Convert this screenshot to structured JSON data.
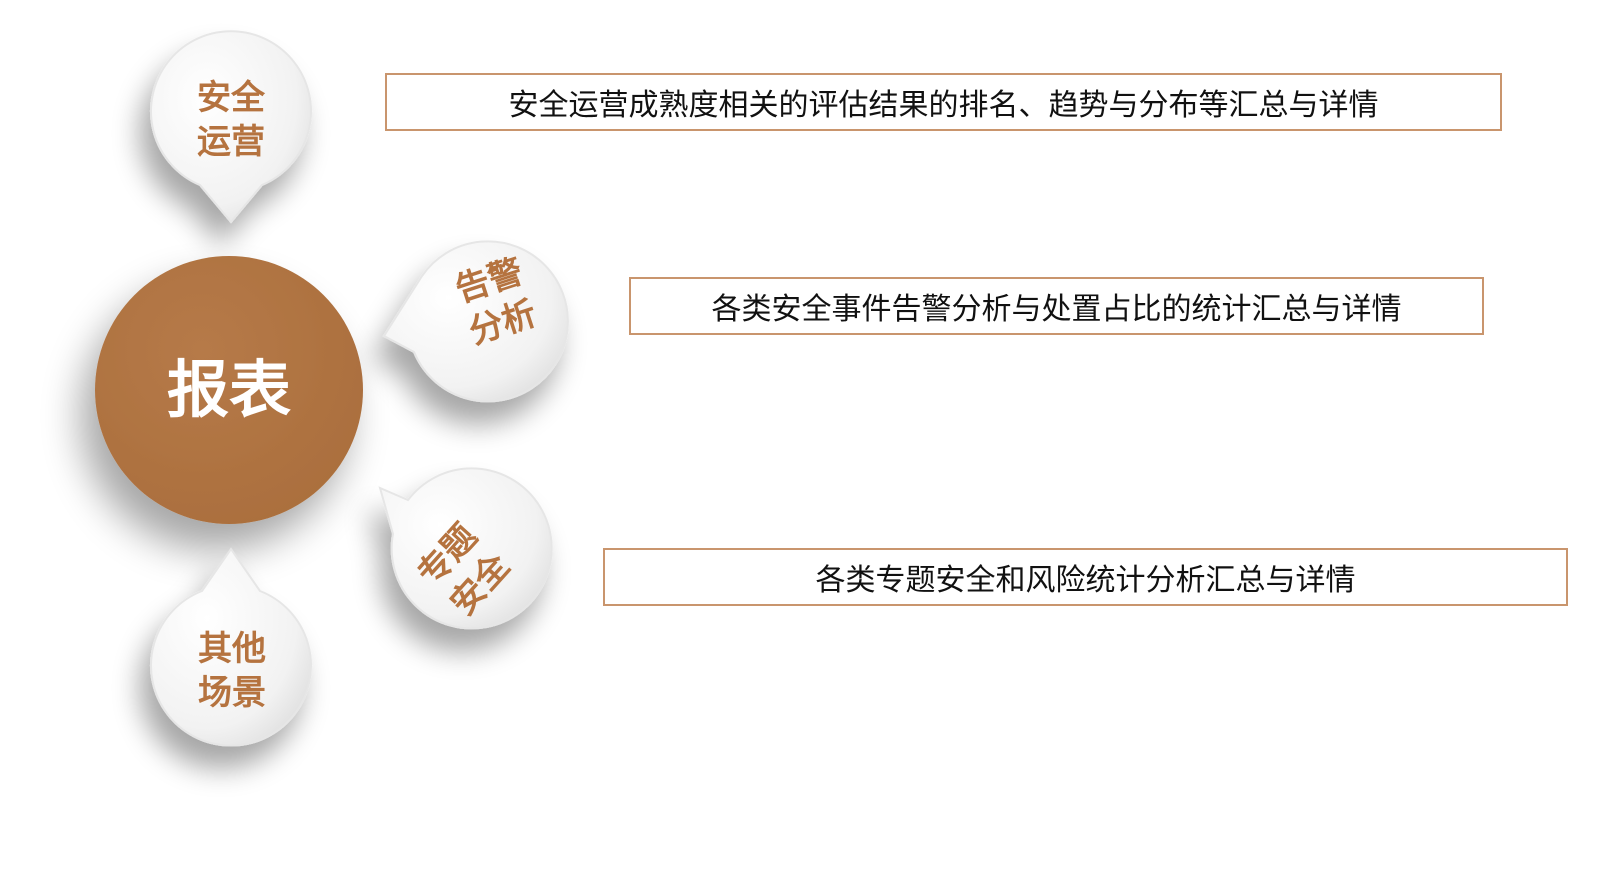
{
  "center": {
    "label": "报表",
    "color": "#b07443"
  },
  "accent_color": "#b5733f",
  "border_color": "#c9956d",
  "nodes": [
    {
      "id": "security-ops",
      "line1": "安全",
      "line2": "运营",
      "description": "安全运营成熟度相关的评估结果的排名、趋势与分布等汇总与详情"
    },
    {
      "id": "alert-analysis",
      "line1": "告警",
      "line2": "分析",
      "description": "各类安全事件告警分析与处置占比的统计汇总与详情"
    },
    {
      "id": "topic-security",
      "line1": "专题",
      "line2": "安全",
      "description": "各类专题安全和风险统计分析汇总与详情"
    },
    {
      "id": "other-scenarios",
      "line1": "其他",
      "line2": "场景",
      "description": ""
    }
  ]
}
